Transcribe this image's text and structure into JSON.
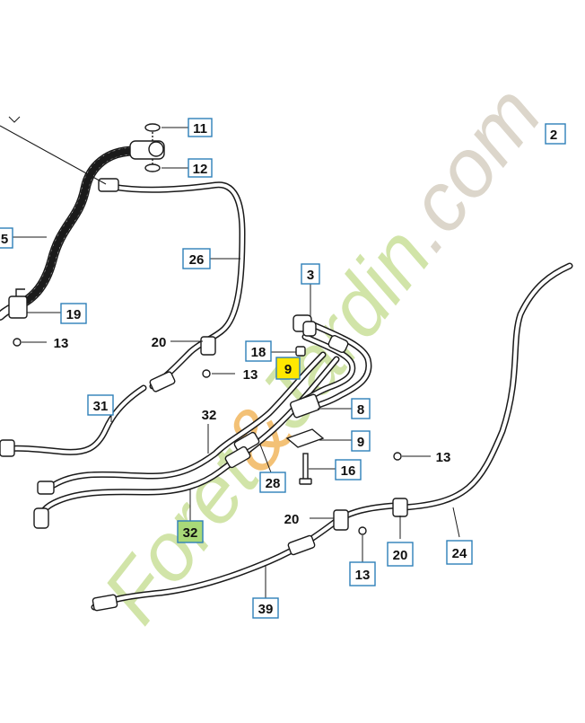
{
  "watermark": {
    "text": "Foret&Jardin.com",
    "color_green": "#c9e09a",
    "color_orange": "#f2b75f",
    "color_grey": "#d6d0c2"
  },
  "colors": {
    "line": "#1a1a1a",
    "callout_border": "#2e7fb8",
    "callout_fill": "#ffffff",
    "highlight_yellow": "#ffe800",
    "highlight_green": "#a8d978"
  },
  "callouts": [
    {
      "id": "c11",
      "text": "11",
      "boxed": true
    },
    {
      "id": "c12",
      "text": "12",
      "boxed": true
    },
    {
      "id": "c2",
      "text": "2",
      "boxed": true
    },
    {
      "id": "c5",
      "text": "5",
      "boxed": true
    },
    {
      "id": "c26",
      "text": "26",
      "boxed": true
    },
    {
      "id": "c19",
      "text": "19",
      "boxed": true
    },
    {
      "id": "c13a",
      "text": "13",
      "boxed": false
    },
    {
      "id": "c3",
      "text": "3",
      "boxed": true
    },
    {
      "id": "c20a",
      "text": "20",
      "boxed": false
    },
    {
      "id": "c18",
      "text": "18",
      "boxed": true
    },
    {
      "id": "c9a",
      "text": "9",
      "boxed": true,
      "highlight": "yellow"
    },
    {
      "id": "c13b",
      "text": "13",
      "boxed": false
    },
    {
      "id": "c31",
      "text": "31",
      "boxed": true
    },
    {
      "id": "c32a",
      "text": "32",
      "boxed": false
    },
    {
      "id": "c8",
      "text": "8",
      "boxed": true
    },
    {
      "id": "c9b",
      "text": "9",
      "boxed": true
    },
    {
      "id": "c13c",
      "text": "13",
      "boxed": false
    },
    {
      "id": "c16",
      "text": "16",
      "boxed": true
    },
    {
      "id": "c28",
      "text": "28",
      "boxed": true
    },
    {
      "id": "c32b",
      "text": "32",
      "boxed": true,
      "highlight": "green"
    },
    {
      "id": "c20b",
      "text": "20",
      "boxed": false
    },
    {
      "id": "c20c",
      "text": "20",
      "boxed": true
    },
    {
      "id": "c24",
      "text": "24",
      "boxed": true
    },
    {
      "id": "c13d",
      "text": "13",
      "boxed": true
    },
    {
      "id": "c39",
      "text": "39",
      "boxed": true
    }
  ]
}
